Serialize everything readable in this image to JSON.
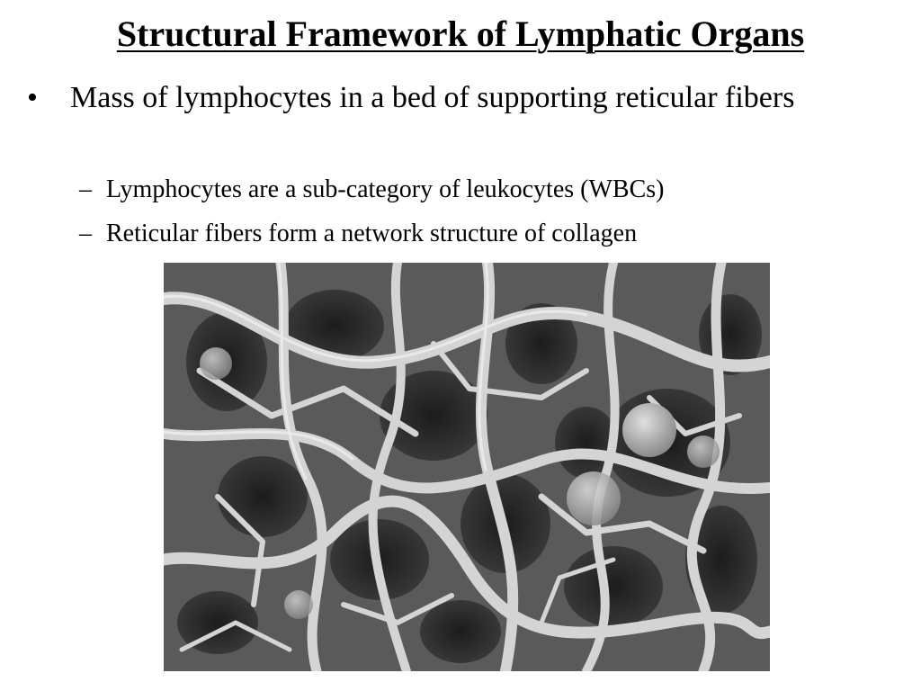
{
  "slide": {
    "title": "Structural Framework of Lymphatic Organs",
    "bullet": {
      "marker": "•",
      "text": "Mass of lymphocytes in a bed of supporting reticular fibers"
    },
    "sub_bullets": [
      {
        "marker": "–",
        "text": "Lymphocytes are a sub-category of leukocytes (WBCs)"
      },
      {
        "marker": "–",
        "text": "Reticular fibers form a network structure of collagen"
      }
    ],
    "image": {
      "subject": "scanning electron micrograph of reticular fiber network with lymphocytes",
      "palette": {
        "background": "#4a4a4a",
        "fiber": "#d6d6d6",
        "shadow": "#2a2a2a"
      }
    }
  }
}
